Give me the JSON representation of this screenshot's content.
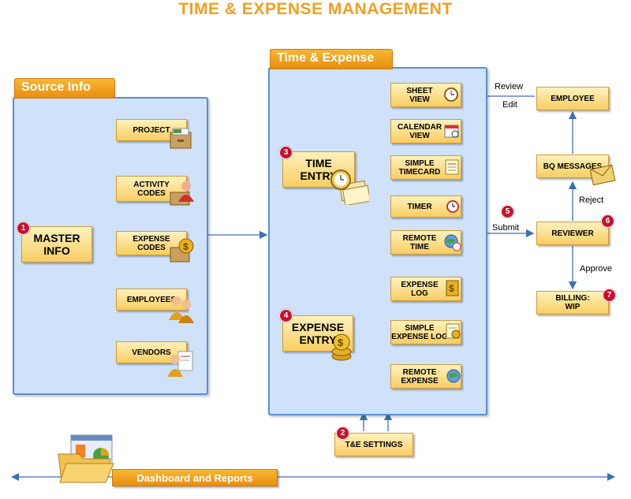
{
  "title": "TIME & EXPENSE MANAGEMENT",
  "source_info": {
    "tab": "Source Info",
    "master": "MASTER\nINFO",
    "items": [
      "PROJECT",
      "ACTIVITY\nCODES",
      "EXPENSE\nCODES",
      "EMPLOYEES",
      "VENDORS"
    ]
  },
  "time_expense": {
    "tab": "Time & Expense",
    "time_entry": "TIME\nENTRY",
    "expense_entry": "EXPENSE\nENTRY",
    "time_items": [
      "SHEET\nVIEW",
      "CALENDAR\nVIEW",
      "SIMPLE\nTIMECARD",
      "TIMER",
      "REMOTE\nTIME"
    ],
    "expense_items": [
      "EXPENSE\nLOG",
      "SIMPLE\nEXPENSE LOG",
      "REMOTE\nEXPENSE"
    ]
  },
  "settings": "T&E SETTINGS",
  "workflow": {
    "employee": "EMPLOYEE",
    "bq_messages": "BQ MESSAGES",
    "reviewer": "REVIEWER",
    "billing": "BILLING:\nWIP",
    "review": "Review",
    "edit": "Edit",
    "reject": "Reject",
    "submit": "Submit",
    "approve": "Approve"
  },
  "dashboard": "Dashboard and Reports",
  "numbers": [
    "1",
    "2",
    "3",
    "4",
    "5",
    "6",
    "7"
  ],
  "colors": {
    "accent": "#f0a020",
    "panel": "#cfe2fa",
    "line": "#3d6fb5",
    "badge": "#c8102e"
  }
}
